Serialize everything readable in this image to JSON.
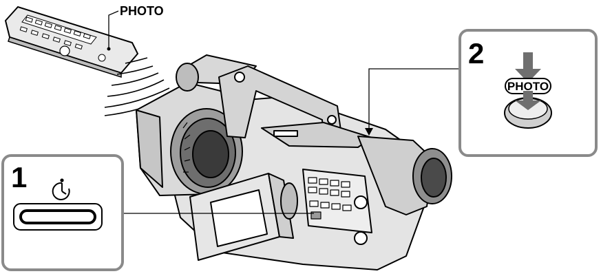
{
  "remote_callout": {
    "label": "PHOTO"
  },
  "step1": {
    "number": "1",
    "icon": "self-timer-icon",
    "button": "self-timer-button"
  },
  "step2": {
    "number": "2",
    "button_label": "PHOTO",
    "icon": "press-arrow-icon"
  },
  "colors": {
    "ink": "#000000",
    "paper": "#ffffff",
    "camera_body": "#e4e4e4",
    "panel_fill": "#ffffff"
  }
}
